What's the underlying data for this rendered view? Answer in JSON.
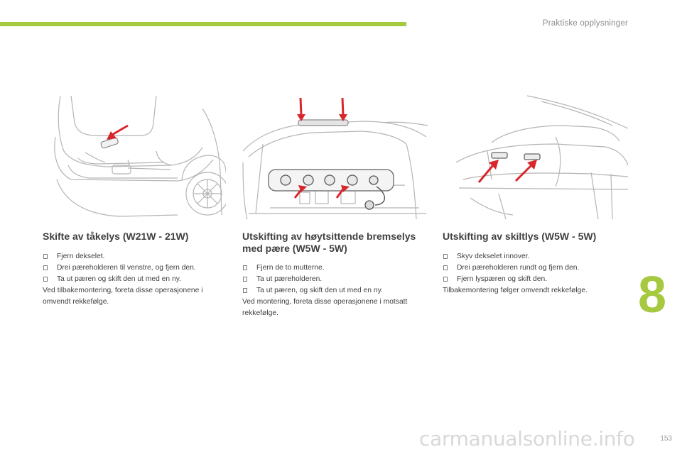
{
  "header": {
    "title": "Praktiske opplysninger",
    "accent": "#a6c940"
  },
  "chapter": {
    "number": "8"
  },
  "page": {
    "number": "153"
  },
  "watermark": "carmanualsonline.info",
  "sections": [
    {
      "title": "Skifte av tåkelys (W21W - 21W)",
      "steps": [
        "Fjern dekselet.",
        "Drei pæreholderen til venstre, og fjern den.",
        "Ta ut pæren og skift den ut med en ny."
      ],
      "note": "Ved tilbakemontering, foreta disse operasjonene i omvendt rekkefølge."
    },
    {
      "title": "Utskifting av høytsittende bremselys med pære (W5W - 5W)",
      "steps": [
        "Fjern de to mutterne.",
        "Ta ut pæreholderen.",
        "Ta ut pæren, og skift den ut med en ny."
      ],
      "note": "Ved montering, foreta disse operasjonene i motsatt rekkefølge."
    },
    {
      "title": "Utskifting av skiltlys (W5W - 5W)",
      "steps": [
        "Skyv dekselet innover.",
        "Drei pæreholderen rundt og fjern den.",
        "Fjern lyspæren og skift den."
      ],
      "note": "Tilbakemontering følger omvendt rekkefølge."
    }
  ],
  "illustrations": [
    {
      "icon": "fog-lamp-rear-bumper-illustration",
      "arrow_color": "#d9262b"
    },
    {
      "icon": "third-brake-light-illustration",
      "arrow_color": "#d9262b"
    },
    {
      "icon": "license-plate-light-illustration",
      "arrow_color": "#d9262b"
    }
  ]
}
